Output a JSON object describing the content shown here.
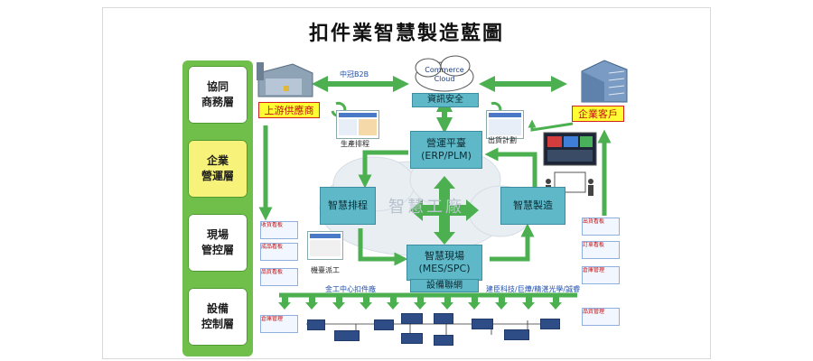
{
  "title": "扣件業智慧製造藍圖",
  "layers": [
    {
      "line1": "協同",
      "line2": "商務層"
    },
    {
      "line1": "企業",
      "line2": "營運層"
    },
    {
      "line1": "現場",
      "line2": "管控層"
    },
    {
      "line1": "設備",
      "line2": "控制層"
    }
  ],
  "cloud": {
    "line1": "Commerce",
    "line2": "Cloud"
  },
  "b2b_label": "中冠B2B",
  "security": "資訊安全",
  "upstream": "上游供應商",
  "customer": "企業客戶",
  "erp": {
    "line1": "營運平臺",
    "line2": "(ERP/PLM)"
  },
  "schedule": "智慧排程",
  "manufacture": "智慧製造",
  "floor": {
    "line1": "智慧現場",
    "line2": "(MES/SPC)"
  },
  "equipment_net": "設備聯網",
  "watermark": "智慧工廠",
  "production_schedule_label": "生產排程",
  "shipping_plan_label": "出貨計劃",
  "dispatch_label": "機臺派工",
  "metal_center_label": "金工中心扣件廠",
  "partners_label": "建臣科技/巨燁/精湛光學/誠睿",
  "left_cards": [
    "收貨看板",
    "成品看板",
    "品質看板",
    "倉庫管理"
  ],
  "right_cards": [
    "出貨看板",
    "訂單看板",
    "倉庫管理",
    "品質管理"
  ],
  "colors": {
    "accent_green": "#6fbf4a",
    "teal_box": "#5fb8c8",
    "arrow_green": "#4caf50",
    "label_red": "#d62020",
    "label_yellow": "#ffff33"
  }
}
